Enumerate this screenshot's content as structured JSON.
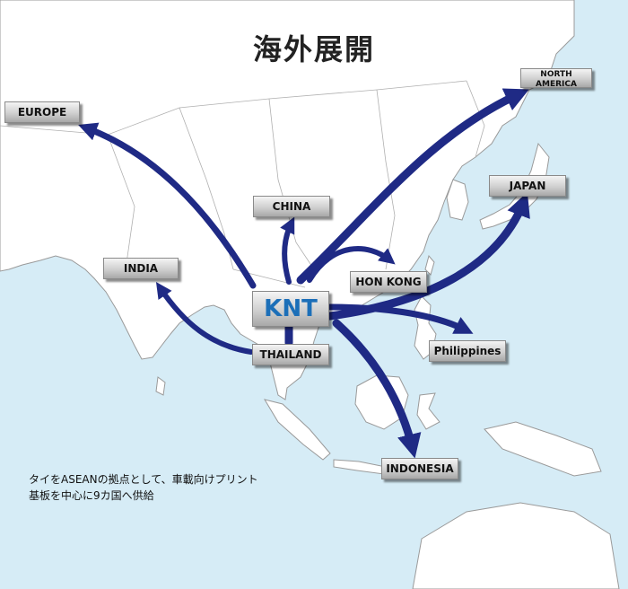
{
  "title": "海外展開",
  "hub": "KNT",
  "origin": "THAILAND",
  "destinations": {
    "europe": "EUROPE",
    "north_america": "NORTH AMERICA",
    "china": "CHINA",
    "india": "INDIA",
    "japan": "JAPAN",
    "hong_kong": "HON KONG",
    "philippines": "Philippines",
    "indonesia": "INDONESIA"
  },
  "caption": {
    "line1": "タイをASEANの拠点として、車載向けプリント",
    "line2": "基板を中心に9カ国へ供給"
  },
  "colors": {
    "sea": "#d6ecf6",
    "land": "#ffffff",
    "border": "#9a9a9a",
    "arrow": "#1f2a85",
    "hub_text": "#1c6fb8"
  }
}
